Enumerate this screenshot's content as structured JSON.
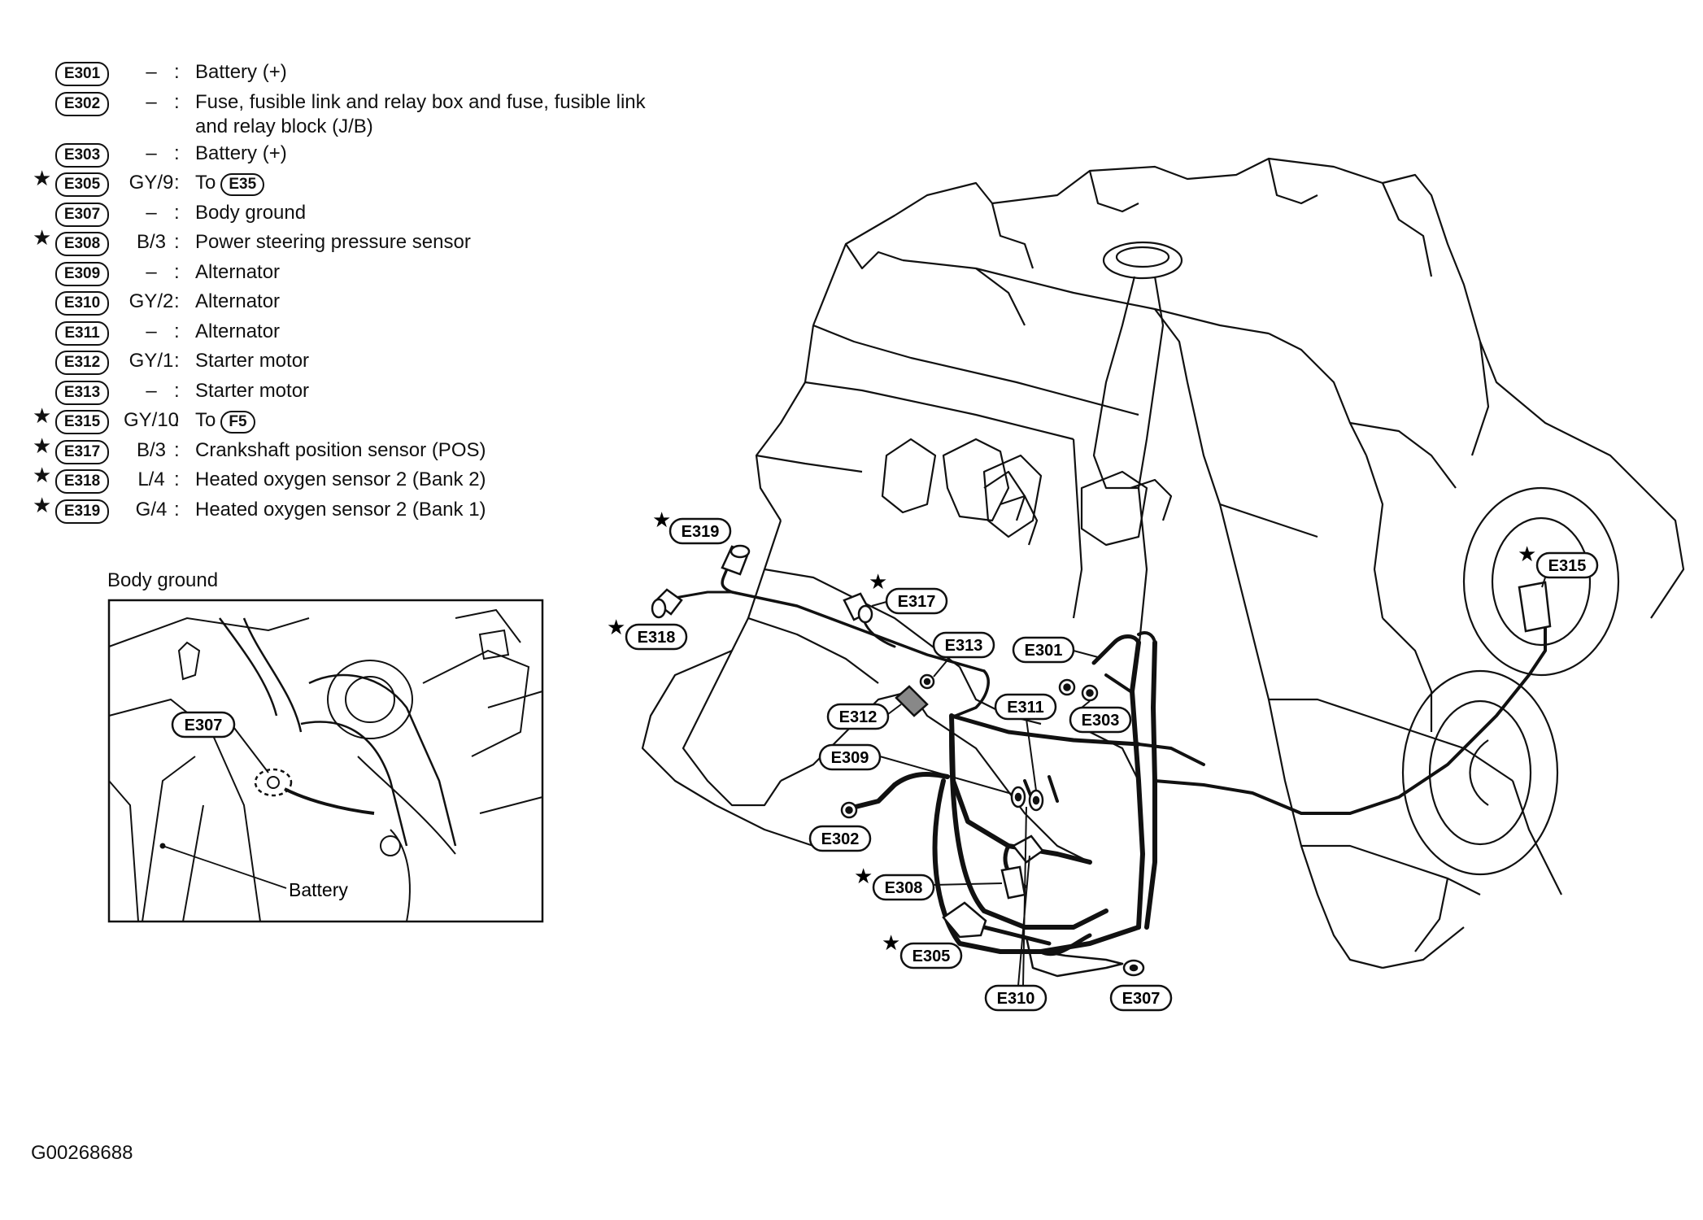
{
  "legend": [
    {
      "star": "",
      "connector": "E301",
      "code": "–",
      "description": "Battery (+)",
      "ref": ""
    },
    {
      "star": "",
      "connector": "E302",
      "code": "–",
      "description": "Fuse, fusible link and relay box and fuse, fusible link",
      "description2": "and relay block (J/B)",
      "ref": ""
    },
    {
      "star": "",
      "connector": "E303",
      "code": "–",
      "description": "Battery (+)",
      "ref": ""
    },
    {
      "star": "★",
      "connector": "E305",
      "code": "GY/9",
      "description": "To",
      "ref": "E35"
    },
    {
      "star": "",
      "connector": "E307",
      "code": "–",
      "description": "Body ground",
      "ref": ""
    },
    {
      "star": "★",
      "connector": "E308",
      "code": "B/3",
      "description": "Power steering pressure sensor",
      "ref": ""
    },
    {
      "star": "",
      "connector": "E309",
      "code": "–",
      "description": "Alternator",
      "ref": ""
    },
    {
      "star": "",
      "connector": "E310",
      "code": "GY/2",
      "description": "Alternator",
      "ref": ""
    },
    {
      "star": "",
      "connector": "E311",
      "code": "–",
      "description": "Alternator",
      "ref": ""
    },
    {
      "star": "",
      "connector": "E312",
      "code": "GY/1",
      "description": "Starter motor",
      "ref": ""
    },
    {
      "star": "",
      "connector": "E313",
      "code": "–",
      "description": "Starter motor",
      "ref": ""
    },
    {
      "star": "★",
      "connector": "E315",
      "code": "GY/10",
      "description": "To",
      "ref": "F5"
    },
    {
      "star": "★",
      "connector": "E317",
      "code": "B/3",
      "description": "Crankshaft position sensor (POS)",
      "ref": ""
    },
    {
      "star": "★",
      "connector": "E318",
      "code": "L/4",
      "description": "Heated oxygen sensor 2 (Bank 2)",
      "ref": ""
    },
    {
      "star": "★",
      "connector": "E319",
      "code": "G/4",
      "description": "Heated oxygen sensor 2 (Bank 1)",
      "ref": ""
    }
  ],
  "inset": {
    "title": "Body ground",
    "labels": {
      "ground": "E307",
      "battery": "Battery"
    }
  },
  "engine_labels": {
    "e319": "E319",
    "e318": "E318",
    "e317": "E317",
    "e313": "E313",
    "e301": "E301",
    "e312": "E312",
    "e311": "E311",
    "e303": "E303",
    "e309": "E309",
    "e302": "E302",
    "e308": "E308",
    "e305": "E305",
    "e310": "E310",
    "e307": "E307",
    "e315": "E315"
  },
  "star_glyph": "★",
  "footer": {
    "figure_id": "G00268688"
  }
}
